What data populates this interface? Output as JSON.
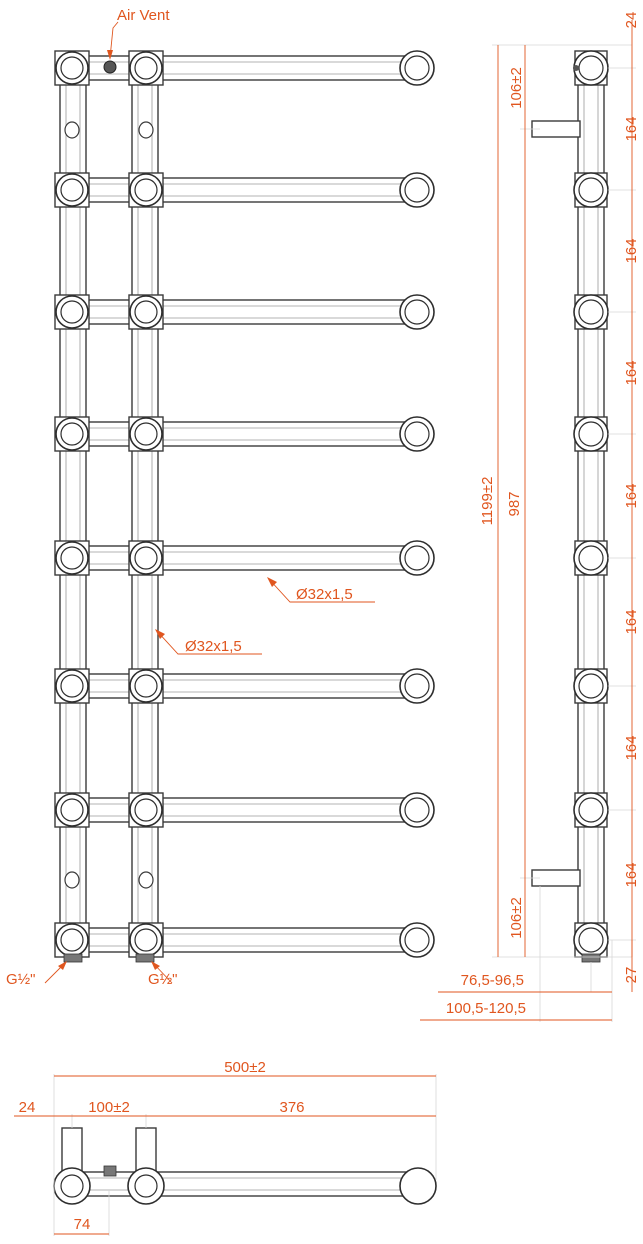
{
  "labels": {
    "air_vent": "Air Vent",
    "pipe_horizontal": "Ø32x1,5",
    "pipe_vertical": "Ø32x1,5",
    "connection_left": "G½\"",
    "connection_right": "G½\""
  },
  "side_view": {
    "total_height": "1199±2",
    "center_distance": "987",
    "top_offset": "24",
    "top_inlet": "106±2",
    "bottom_inlet": "106±2",
    "spacings": [
      "164",
      "164",
      "164",
      "164",
      "164",
      "164",
      "164"
    ],
    "bottom_offset": "27",
    "wall_distance_1": "76,5-96,5",
    "wall_distance_2": "100,5-120,5"
  },
  "top_view": {
    "total_width": "500±2",
    "edge_offset": "24",
    "center_distance": "100±2",
    "bar_length": "376",
    "inlet_offset": "74"
  }
}
